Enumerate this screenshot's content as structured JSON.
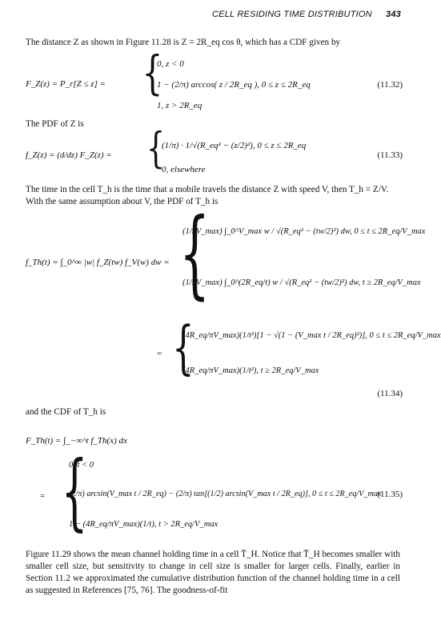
{
  "header": {
    "running_title": "CELL RESIDING TIME DISTRIBUTION",
    "page_number": "343"
  },
  "paragraphs": {
    "p1": "The distance Z as shown in Figure 11.28 is Z = 2R_eq cos θ, which has a CDF given by",
    "p2": "The PDF of Z is",
    "p3": "The time in the cell T_h is the time that a mobile travels the distance Z with speed V, then T_h = Z/V. With the same assumption about V, the PDF of T_h is",
    "p4": "and the CDF of T_h is",
    "p5": "Figure 11.29 shows the mean channel holding time in a cell T̄_H. Notice that T̄_H becomes smaller with smaller cell size, but sensitivity to change in cell size is smaller for larger cells. Finally, earlier in Section 11.2 we approximated the cumulative distribution function of the channel holding time in a cell as suggested in References [75, 76]. The goodness-of-fit"
  },
  "equations": {
    "eq1132": {
      "lhs": "F_Z(z) = P_r[Z ≤ z] =",
      "case1": "0,  z < 0",
      "case2": "1 − (2/π) arccos( z / 2R_eq ),   0 ≤ z ≤ 2R_eq",
      "case3": "1,  z > 2R_eq",
      "number": "(11.32)"
    },
    "eq1133": {
      "lhs": "f_Z(z) = (d/dz) F_Z(z) =",
      "case1": "(1/π) · 1/√(R_eq² − (z/2)²),   0 ≤ z ≤ 2R_eq",
      "case2": "0,  elsewhere",
      "number": "(11.33)"
    },
    "eq1134": {
      "lhs": "f_Th(t) = ∫_0^∞ |w| f_Z(tw) f_V(w) dw =",
      "case1": "(1/πV_max) ∫_0^V_max w / √(R_eq² − (tw/2)²) dw,   0 ≤ t ≤ 2R_eq/V_max",
      "case2": "(1/πV_max) ∫_0^(2R_eq/t) w / √(R_eq² − (tw/2)²) dw,   t ≥ 2R_eq/V_max",
      "case3": "(4R_eq/πV_max)(1/t²)[1 − √(1 − (V_max t / 2R_eq)²)],   0 ≤ t ≤ 2R_eq/V_max",
      "case4": "(4R_eq/πV_max)(1/t²),   t ≥ 2R_eq/V_max",
      "number": "(11.34)"
    },
    "eq1135": {
      "lhs": "F_Th(t) = ∫_−∞^t f_Th(x) dx",
      "case1": "0,  t < 0",
      "case2": "(2/π) arcsin(V_max t / 2R_eq) − (2/π) tan[(1/2) arcsin(V_max t / 2R_eq)],   0 ≤ t ≤ 2R_eq/V_max",
      "case3": "1 − (4R_eq/πV_max)(1/t),   t > 2R_eq/V_max",
      "number": "(11.35)"
    }
  }
}
